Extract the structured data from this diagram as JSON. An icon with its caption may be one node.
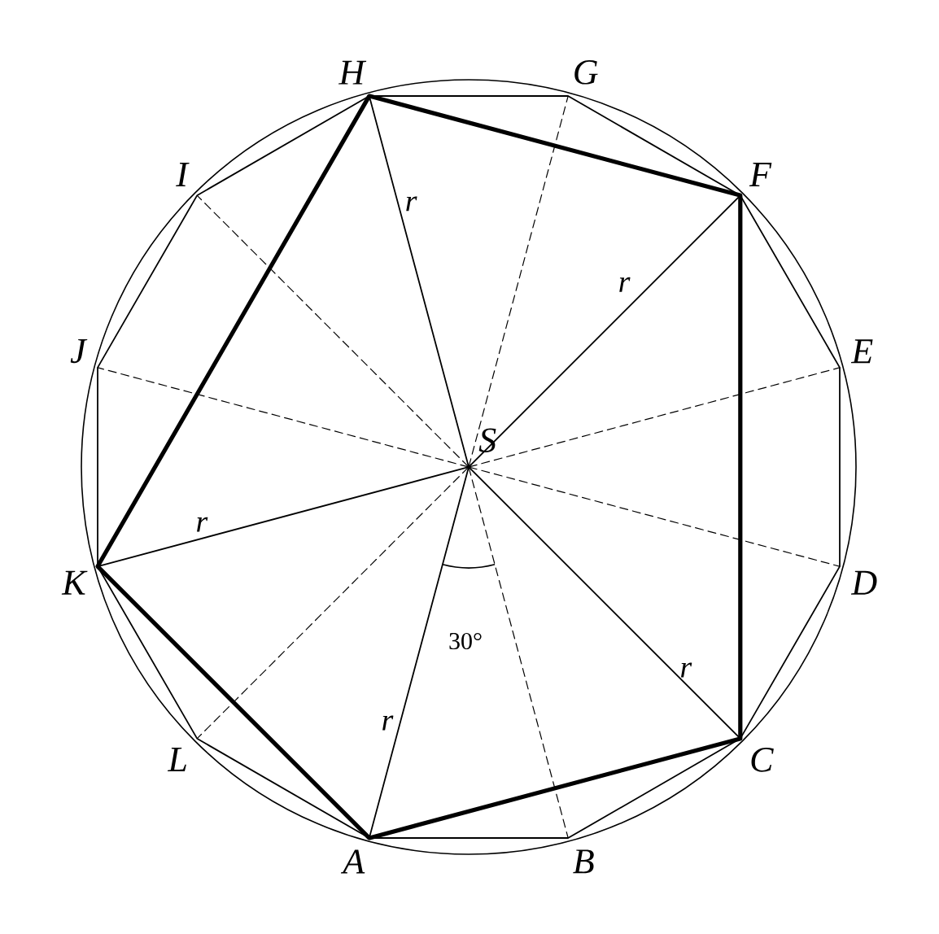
{
  "diagram": {
    "nodes": [
      {
        "text": [
          "A"
        ]
      },
      {
        "text": [
          "B"
        ]
      },
      {
        "text": [
          "C"
        ]
      },
      {
        "text": [
          "D"
        ]
      },
      {
        "text": [
          "E"
        ]
      },
      {
        "text": [
          "F"
        ]
      },
      {
        "text": [
          "G"
        ]
      },
      {
        "text": [
          "H"
        ]
      },
      {
        "text": [
          "I"
        ]
      },
      {
        "text": [
          "J"
        ]
      },
      {
        "text": [
          "K"
        ]
      },
      {
        "text": [
          "L"
        ]
      },
      {
        "text": [
          "S"
        ]
      }
    ],
    "edges": [
      {
        "from": 0,
        "to": 1,
        "arrow": "none"
      },
      {
        "from": 1,
        "to": 2,
        "arrow": "none"
      },
      {
        "from": 2,
        "to": 3,
        "arrow": "none"
      },
      {
        "from": 3,
        "to": 4,
        "arrow": "none"
      },
      {
        "from": 4,
        "to": 5,
        "arrow": "none"
      },
      {
        "from": 5,
        "to": 6,
        "arrow": "none"
      },
      {
        "from": 6,
        "to": 7,
        "arrow": "none"
      },
      {
        "from": 7,
        "to": 8,
        "arrow": "none"
      },
      {
        "from": 8,
        "to": 9,
        "arrow": "none"
      },
      {
        "from": 9,
        "to": 10,
        "arrow": "none"
      },
      {
        "from": 10,
        "to": 11,
        "arrow": "none"
      },
      {
        "from": 11,
        "to": 0,
        "arrow": "none"
      },
      {
        "from": 0,
        "to": 2,
        "arrow": "none",
        "style": "thick"
      },
      {
        "from": 2,
        "to": 5,
        "arrow": "none",
        "style": "thick"
      },
      {
        "from": 5,
        "to": 7,
        "arrow": "none",
        "style": "thick"
      },
      {
        "from": 7,
        "to": 10,
        "arrow": "none",
        "style": "thick"
      },
      {
        "from": 10,
        "to": 0,
        "arrow": "none",
        "style": "thick"
      },
      {
        "from": 12,
        "to": 7,
        "arrow": "none",
        "label": "r"
      },
      {
        "from": 12,
        "to": 5,
        "arrow": "none",
        "label": "r"
      },
      {
        "from": 12,
        "to": 10,
        "arrow": "none",
        "label": "r"
      },
      {
        "from": 12,
        "to": 0,
        "arrow": "none",
        "label": "r"
      },
      {
        "from": 12,
        "to": 2,
        "arrow": "none",
        "label": "r"
      },
      {
        "from": 12,
        "to": 1,
        "arrow": "none",
        "style": "dashed"
      },
      {
        "from": 12,
        "to": 3,
        "arrow": "none",
        "style": "dashed"
      },
      {
        "from": 12,
        "to": 4,
        "arrow": "none",
        "style": "dashed"
      },
      {
        "from": 12,
        "to": 6,
        "arrow": "none",
        "style": "dashed"
      },
      {
        "from": 12,
        "to": 8,
        "arrow": "none",
        "style": "dashed"
      },
      {
        "from": 12,
        "to": 9,
        "arrow": "none",
        "style": "dashed"
      },
      {
        "from": 12,
        "to": 11,
        "arrow": "none",
        "style": "dashed"
      }
    ],
    "labels": [
      "30°"
    ]
  }
}
